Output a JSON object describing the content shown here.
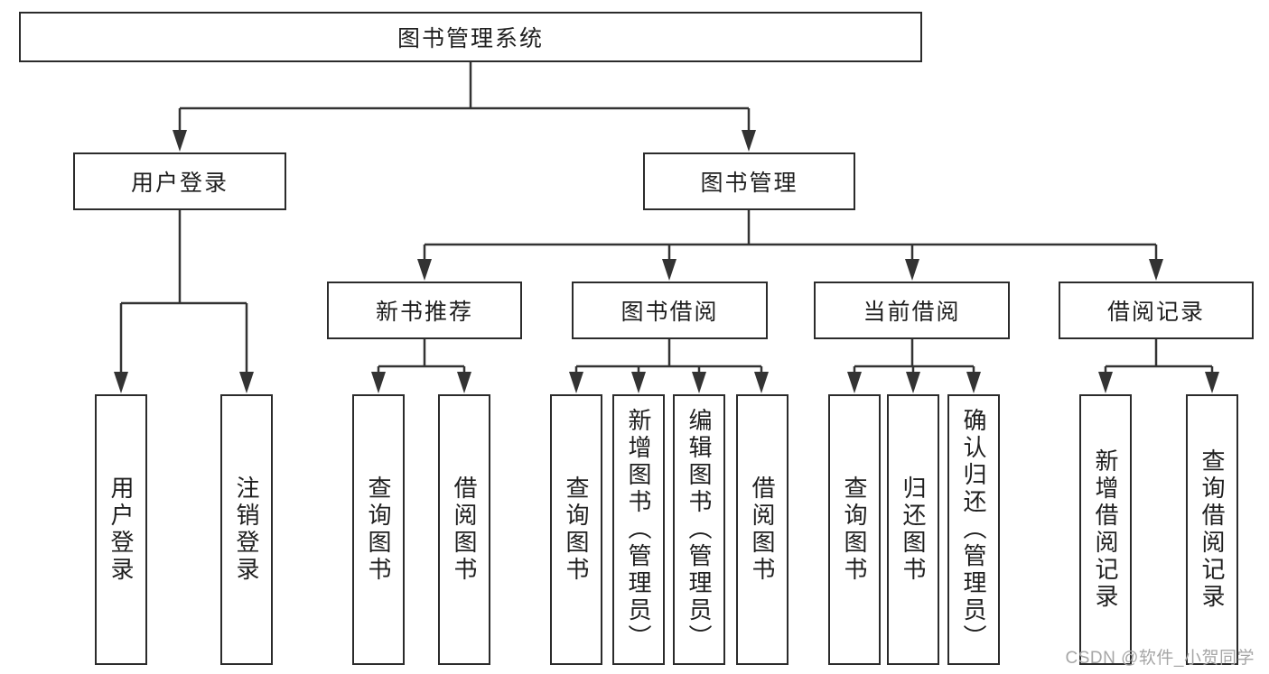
{
  "tree": {
    "root": {
      "label": "图书管理系统",
      "children": [
        {
          "label": "用户登录",
          "children": [
            {
              "label": "用户登录"
            },
            {
              "label": "注销登录"
            }
          ]
        },
        {
          "label": "图书管理",
          "children": [
            {
              "label": "新书推荐",
              "children": [
                {
                  "label": "查询图书"
                },
                {
                  "label": "借阅图书"
                }
              ]
            },
            {
              "label": "图书借阅",
              "children": [
                {
                  "label": "查询图书"
                },
                {
                  "label": "新增图书（管理员）"
                },
                {
                  "label": "编辑图书（管理员）"
                },
                {
                  "label": "借阅图书"
                }
              ]
            },
            {
              "label": "当前借阅",
              "children": [
                {
                  "label": "查询图书"
                },
                {
                  "label": "归还图书"
                },
                {
                  "label": "确认归还（管理员）"
                }
              ]
            },
            {
              "label": "借阅记录",
              "children": [
                {
                  "label": "新增借阅记录"
                },
                {
                  "label": "查询借阅记录"
                }
              ]
            }
          ]
        }
      ]
    }
  },
  "watermark": {
    "text": "CSDN @软件_小贺同学"
  },
  "colors": {
    "line": "#333333",
    "border": "#2b2b2b",
    "text": "#1f1f1f",
    "watermark": "#a6a6a6",
    "background": "#ffffff"
  }
}
